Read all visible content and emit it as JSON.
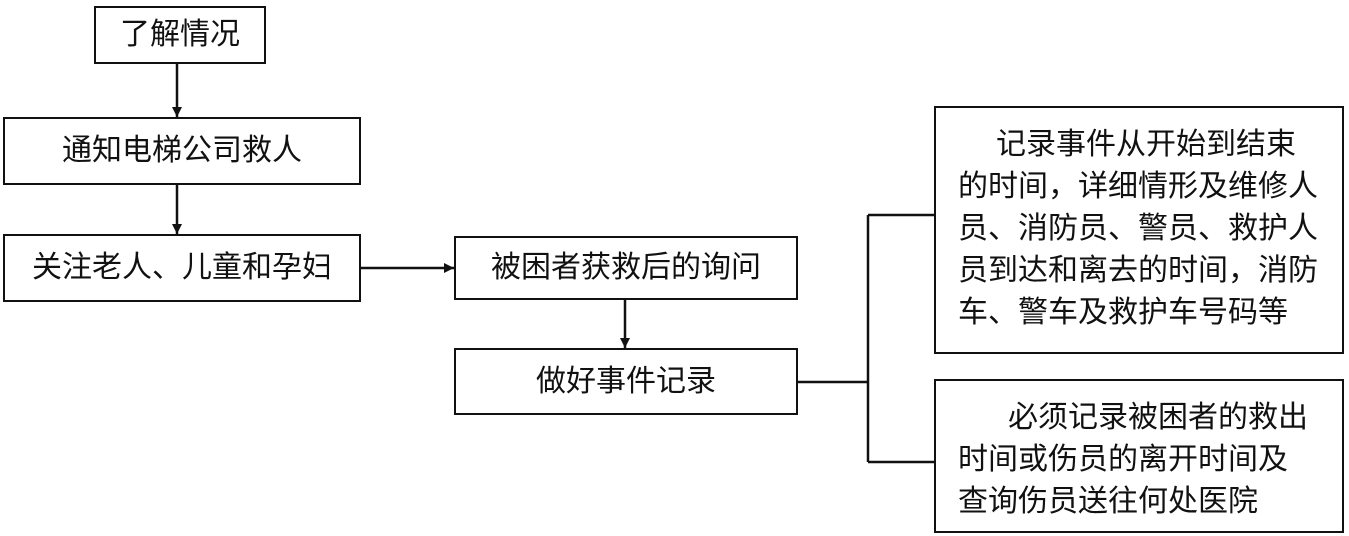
{
  "boxes": {
    "understand": "了解情况",
    "notify": "通知电梯公司救人",
    "care": "关注老人、儿童和孕妇",
    "inquiry": "被困者获救后的询问",
    "record": "做好事件记录"
  },
  "notes": {
    "time_record": [
      "记录事件从开始到结束",
      "的时间，详细情形及维修人",
      "员、消防员、警员、救护人",
      "员到达和离去的时间，消防",
      "车、警车及救护车号码等"
    ],
    "rescue_record": [
      "必须记录被困者的救出",
      "时间或伤员的离开时间及",
      "查询伤员送往何处医院"
    ]
  }
}
